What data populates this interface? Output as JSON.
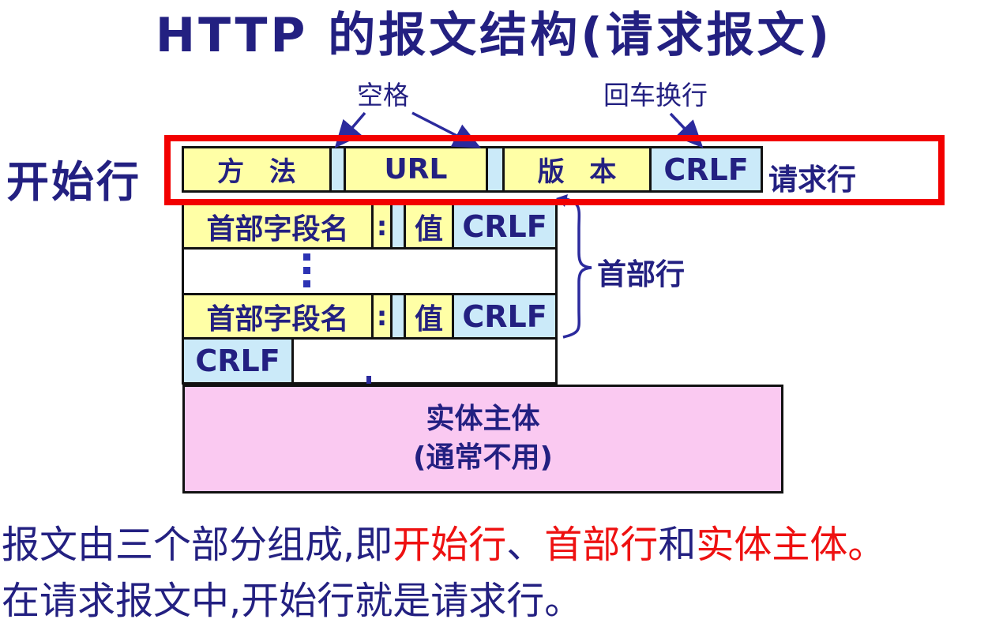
{
  "title": "HTTP 的报文结构(请求报文)",
  "diagram": {
    "labels": {
      "space": "空格",
      "crlf_annotation": "回车换行",
      "start_line": "开始行",
      "request_line": "请求行",
      "header_lines": "首部行"
    },
    "request_line_row": {
      "method": "方 法",
      "url": "URL",
      "version": "版 本",
      "crlf": "CRLF"
    },
    "header_row_1": {
      "field_name": "首部字段名",
      "colon": ":",
      "value": "值",
      "crlf": "CRLF"
    },
    "header_row_2": {
      "field_name": "首部字段名",
      "colon": ":",
      "value": "值",
      "crlf": "CRLF"
    },
    "blank_line_row": {
      "crlf": "CRLF"
    },
    "entity_body": {
      "title": "实体主体",
      "note": "(通常不用)"
    }
  },
  "footer": {
    "line1_segments": [
      {
        "text": "报文由三个部分组成,即",
        "color": "#232081"
      },
      {
        "text": "开始行",
        "color": "#ee1111"
      },
      {
        "text": "、",
        "color": "#232081"
      },
      {
        "text": "首部行",
        "color": "#ee1111"
      },
      {
        "text": "和",
        "color": "#232081"
      },
      {
        "text": "实体主体。",
        "color": "#ee1111"
      }
    ],
    "line2": "在请求报文中,开始行就是请求行。"
  },
  "colors": {
    "navy_text": "#232081",
    "red_text": "#ee1111",
    "yellow_fill": "#ffffa6",
    "light_blue_fill": "#cbeaf9",
    "pink_fill": "#fac9f1",
    "highlight_border": "#f20000",
    "box_border": "#111111"
  }
}
